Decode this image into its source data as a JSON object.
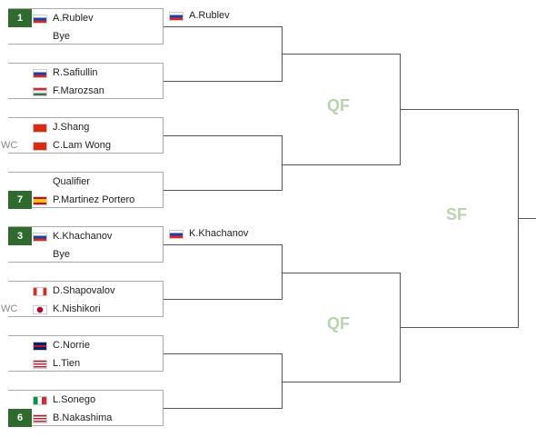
{
  "round_labels": {
    "qf": "QF",
    "sf": "SF"
  },
  "matches": [
    {
      "p1": {
        "seed": "1",
        "flag": "russia-flag",
        "name": "A.Rublev"
      },
      "p2": {
        "name": "Bye"
      }
    },
    {
      "p1": {
        "flag": "russia-flag",
        "name": "R.Safiullin"
      },
      "p2": {
        "flag": "hungary-flag",
        "name": "F.Marozsan"
      }
    },
    {
      "p1": {
        "flag": "china-flag",
        "name": "J.Shang"
      },
      "p2": {
        "wc": "WC",
        "flag": "hong-kong-flag",
        "name": "C.Lam Wong"
      }
    },
    {
      "p1": {
        "name": "Qualifier"
      },
      "p2": {
        "seed": "7",
        "flag": "spain-flag",
        "name": "P.Martinez Portero"
      }
    },
    {
      "p1": {
        "seed": "3",
        "flag": "russia-flag",
        "name": "K.Khachanov"
      },
      "p2": {
        "name": "Bye"
      }
    },
    {
      "p1": {
        "flag": "canada-flag",
        "name": "D.Shapovalov"
      },
      "p2": {
        "wc": "WC",
        "flag": "japan-flag",
        "name": "K.Nishikori"
      }
    },
    {
      "p1": {
        "flag": "uk-flag",
        "name": "C.Norrie"
      },
      "p2": {
        "flag": "usa-flag",
        "name": "L.Tien"
      }
    },
    {
      "p1": {
        "flag": "italy-flag",
        "name": "L.Sonego"
      },
      "p2": {
        "seed": "6",
        "flag": "usa-flag",
        "name": "B.Nakashima"
      }
    }
  ],
  "r2_advancers": [
    {
      "flag": "russia-flag",
      "name": "A.Rublev"
    },
    {
      "flag": "russia-flag",
      "name": "K.Khachanov"
    }
  ]
}
